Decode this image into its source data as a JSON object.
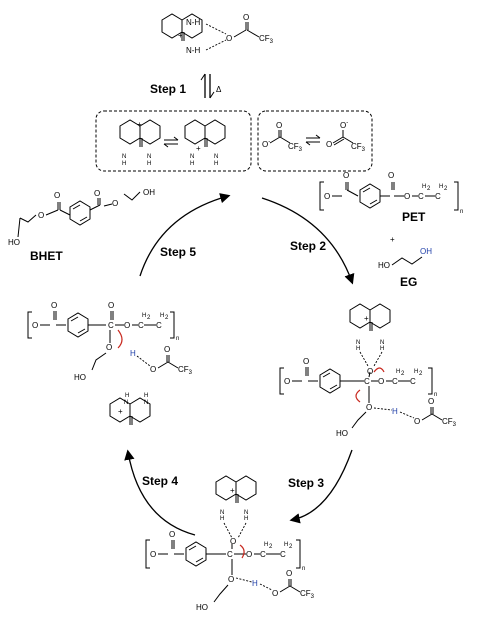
{
  "labels": {
    "step1": "Step 1",
    "delta": "Δ",
    "step2": "Step 2",
    "step3": "Step 3",
    "step4": "Step 4",
    "step5": "Step 5",
    "pet": "PET",
    "eg": "EG",
    "bhet": "BHET",
    "plus": "+"
  },
  "atoms": {
    "N": "N",
    "H": "H",
    "NH": "N-H",
    "O": "O",
    "C": "C",
    "CF3": "CF",
    "CF3_sub": "3",
    "HO": "HO",
    "OH": "OH",
    "n": "n",
    "H2": "H",
    "sub2": "2",
    "Ominus": "O",
    "minus": "-",
    "charge": "+"
  }
}
